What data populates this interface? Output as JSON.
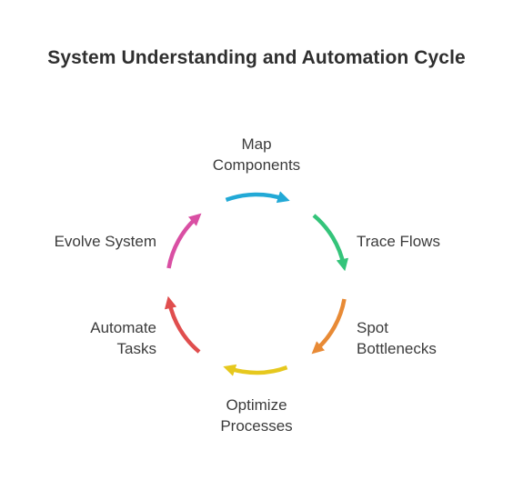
{
  "title": "System Understanding and Automation Cycle",
  "steps": [
    {
      "lines": [
        "Map",
        "Components"
      ],
      "color": "#22a9d6"
    },
    {
      "lines": [
        "Trace Flows"
      ],
      "color": "#34c47a"
    },
    {
      "lines": [
        "Spot",
        "Bottlenecks"
      ],
      "color": "#e88a35"
    },
    {
      "lines": [
        "Optimize",
        "Processes"
      ],
      "color": "#e6c81e"
    },
    {
      "lines": [
        "Automate",
        "Tasks"
      ],
      "color": "#e04e4e"
    },
    {
      "lines": [
        "Evolve System"
      ],
      "color": "#d94fa3"
    }
  ]
}
